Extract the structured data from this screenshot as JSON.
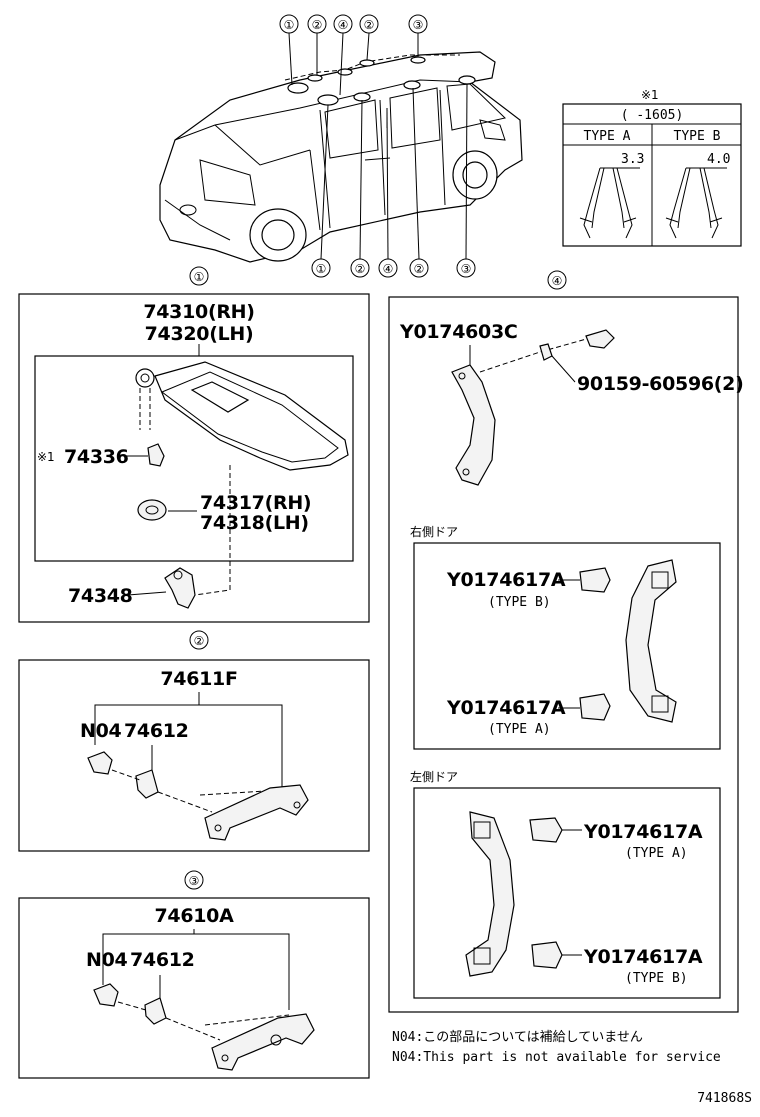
{
  "callouts_top": [
    "①",
    "②",
    "④",
    "②",
    "③"
  ],
  "callouts_bottom": [
    "①",
    "②",
    "④",
    "②",
    "③"
  ],
  "table": {
    "note_mark": "※1",
    "range": "(  -1605)",
    "col_a": "TYPE A",
    "col_b": "TYPE B",
    "dim_a": "3.3",
    "dim_b": "4.0"
  },
  "section1": {
    "marker": "①",
    "part_rh": "74310(RH)",
    "part_lh": "74320(LH)",
    "clip_note_mark": "※1",
    "clip": "74336",
    "holder_rh": "74317(RH)",
    "holder_lh": "74318(LH)",
    "hook": "74348"
  },
  "section2": {
    "marker": "②",
    "assy": "74611F",
    "n04": "N04",
    "part": "74612"
  },
  "section3": {
    "marker": "③",
    "assy": "74610A",
    "n04": "N04",
    "part": "74612"
  },
  "section4": {
    "marker": "④",
    "assy": "Y0174603C",
    "screw": "90159-60596(2)",
    "right_door_label": "右側ドア",
    "left_door_label": "左側ドア",
    "cap_part": "Y0174617A",
    "type_a": "(TYPE A)",
    "type_b": "(TYPE B)"
  },
  "notes": {
    "jp": "N04:この部品については補給していません",
    "en": "N04:This part is not available for service"
  },
  "drawing_no": "741868S"
}
